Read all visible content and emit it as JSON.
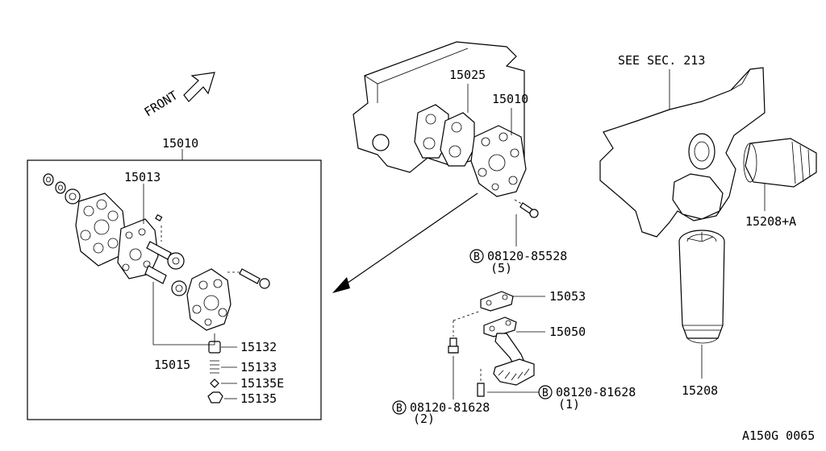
{
  "diagram": {
    "front_label": "FRONT",
    "see_sec": "SEE SEC. 213",
    "ref_code": "A150G 0065",
    "callouts": {
      "c15010_box": "15010",
      "c15013": "15013",
      "c15015": "15015",
      "c15132": "15132",
      "c15133": "15133",
      "c15135e": "15135E",
      "c15135": "15135",
      "c15025": "15025",
      "c15010_top": "15010",
      "c08120_85528": "08120-85528",
      "c08120_85528_qty": "(5)",
      "c15053": "15053",
      "c15050": "15050",
      "c08120_81628_a": "08120-81628",
      "c08120_81628_a_qty": "(1)",
      "c08120_81628_b": "08120-81628",
      "c08120_81628_b_qty": "(2)",
      "c15208a": "15208+A",
      "c15208": "15208"
    },
    "bolt_symbol": "B"
  }
}
